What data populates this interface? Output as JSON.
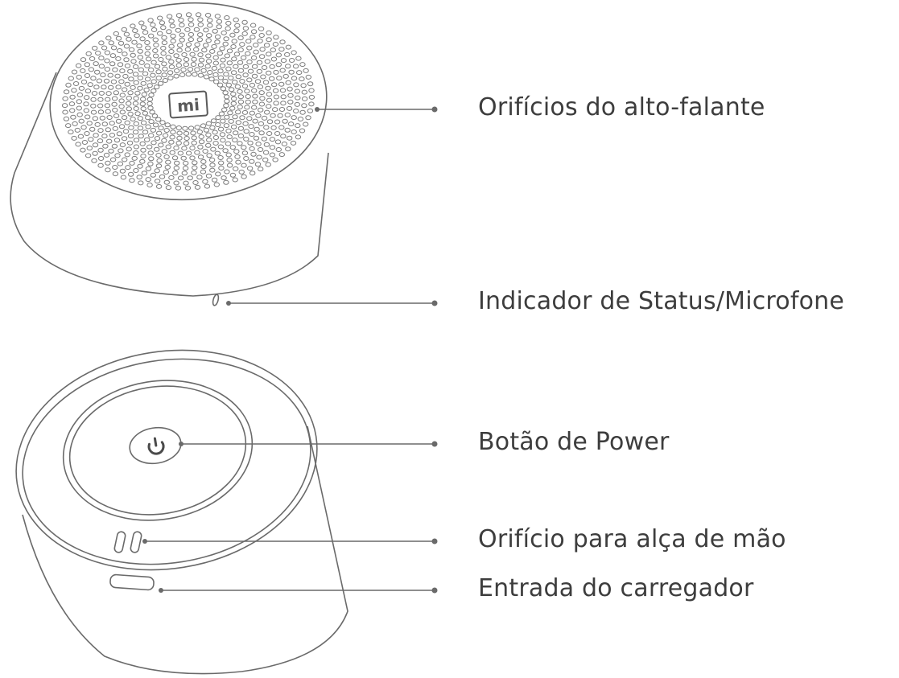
{
  "colors": {
    "line": "#6a6a6a",
    "text": "#3d3d3d",
    "background": "#ffffff"
  },
  "callouts": [
    {
      "id": "speaker-holes",
      "label": "Orifícios do alto-falante"
    },
    {
      "id": "status-indicator",
      "label": "Indicador de Status/Microfone"
    },
    {
      "id": "power-button",
      "label": "Botão de Power"
    },
    {
      "id": "strap-hole",
      "label": "Orifício para alça de mão"
    },
    {
      "id": "charging-port",
      "label": "Entrada do carregador"
    }
  ],
  "icons": {
    "logo": "mi-logo",
    "power": "power-icon"
  }
}
